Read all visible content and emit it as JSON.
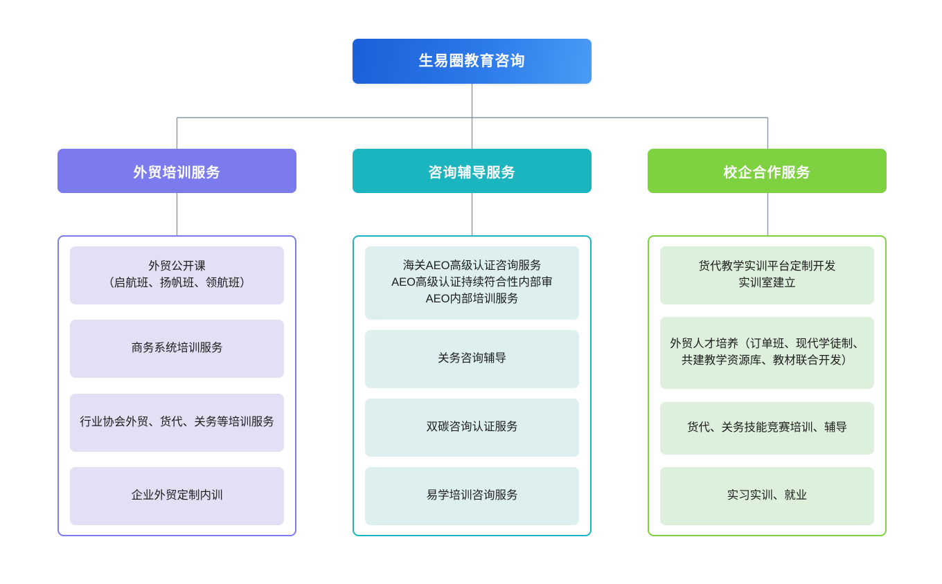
{
  "diagram": {
    "type": "organization-chart",
    "root": {
      "label": "生易圈教育咨询",
      "gradient_from": "#1b5fd8",
      "gradient_to": "#4a9cf5",
      "text_color": "#ffffff"
    },
    "connector_color": "#8a98a6",
    "branches": [
      {
        "label": "外贸培训服务",
        "header_color": "#7b7bee",
        "panel_border_color": "#7b7bee",
        "item_bg_color": "#e2e0f4",
        "items": [
          "外贸公开课\n（启航班、扬帆班、领航班）",
          "商务系统培训服务",
          "行业协会外贸、货代、关务等培训服务",
          "企业外贸定制内训"
        ]
      },
      {
        "label": "咨询辅导服务",
        "header_color": "#1ab5bf",
        "panel_border_color": "#1ab5bf",
        "item_bg_color": "#ddf0ef",
        "items": [
          "海关AEO高级认证咨询服务\nAEO高级认证持续符合性内部审\nAEO内部培训服务",
          "关务咨询辅导",
          "双碳咨询认证服务",
          "易学培训咨询服务"
        ]
      },
      {
        "label": "校企合作服务",
        "header_color": "#7ed23f",
        "panel_border_color": "#7ed23f",
        "item_bg_color": "#dcf0dc",
        "items": [
          "货代教学实训平台定制开发\n实训室建立",
          "外贸人才培养（订单班、现代学徒制、共建教学资源库、教材联合开发）",
          "货代、关务技能竞赛培训、辅导",
          "实习实训、就业"
        ]
      }
    ]
  }
}
